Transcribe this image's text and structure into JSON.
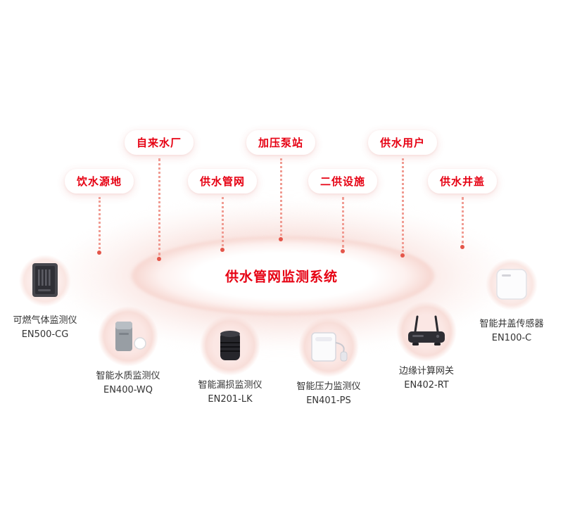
{
  "accent_color": "#e60012",
  "center": {
    "title": "供水管网监测系统"
  },
  "stages": [
    {
      "label": "饮水源地"
    },
    {
      "label": "自来水厂"
    },
    {
      "label": "供水管网"
    },
    {
      "label": "加压泵站"
    },
    {
      "label": "二供设施"
    },
    {
      "label": "供水用户"
    },
    {
      "label": "供水井盖"
    }
  ],
  "devices": [
    {
      "name": "可燃气体监测仪",
      "model": "EN500-CG",
      "icon": "gas-detector-icon"
    },
    {
      "name": "智能水质监测仪",
      "model": "EN400-WQ",
      "icon": "water-quality-sensor-icon"
    },
    {
      "name": "智能漏损监测仪",
      "model": "EN201-LK",
      "icon": "leak-monitor-icon"
    },
    {
      "name": "智能压力监测仪",
      "model": "EN401-PS",
      "icon": "pressure-sensor-icon"
    },
    {
      "name": "边缘计算网关",
      "model": "EN402-RT",
      "icon": "edge-gateway-icon"
    },
    {
      "name": "智能井盖传感器",
      "model": "EN100-C",
      "icon": "manhole-sensor-icon"
    }
  ]
}
